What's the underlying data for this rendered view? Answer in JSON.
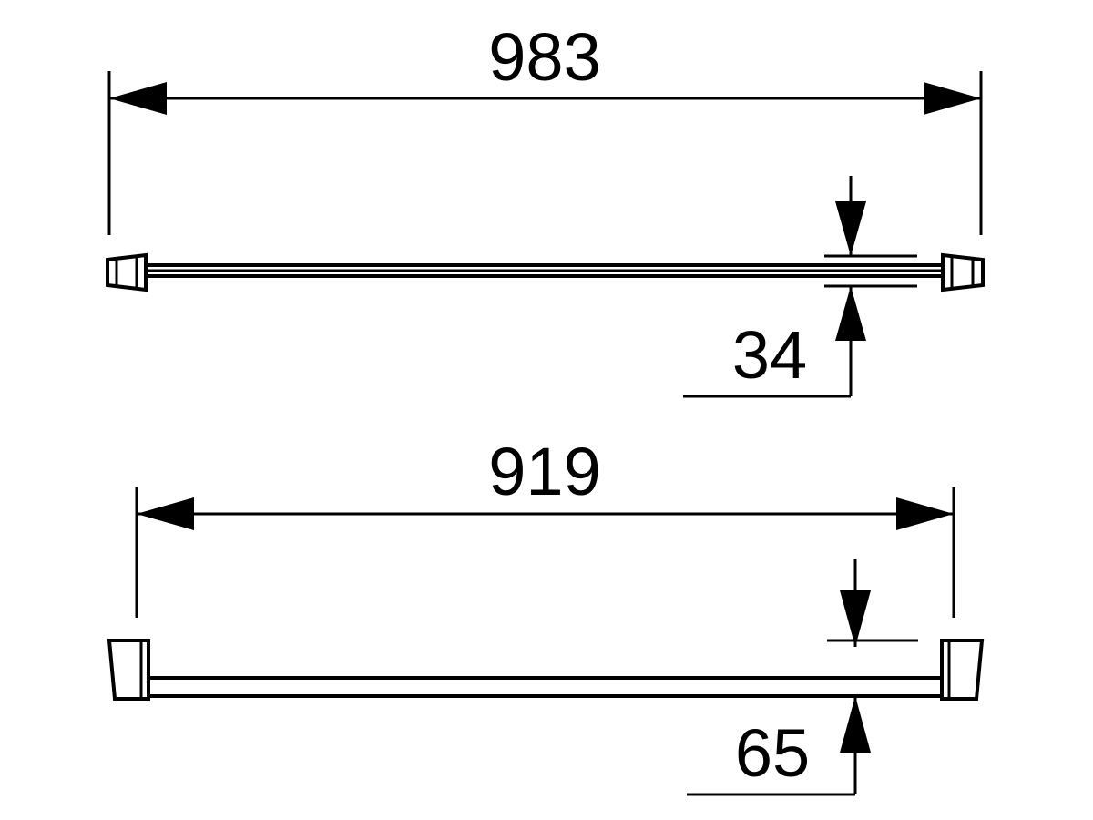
{
  "top_view": {
    "overall_length": "983",
    "thickness": "34"
  },
  "side_view": {
    "overall_length": "919",
    "depth": "65"
  },
  "colors": {
    "line": "#000000",
    "background": "#ffffff"
  }
}
